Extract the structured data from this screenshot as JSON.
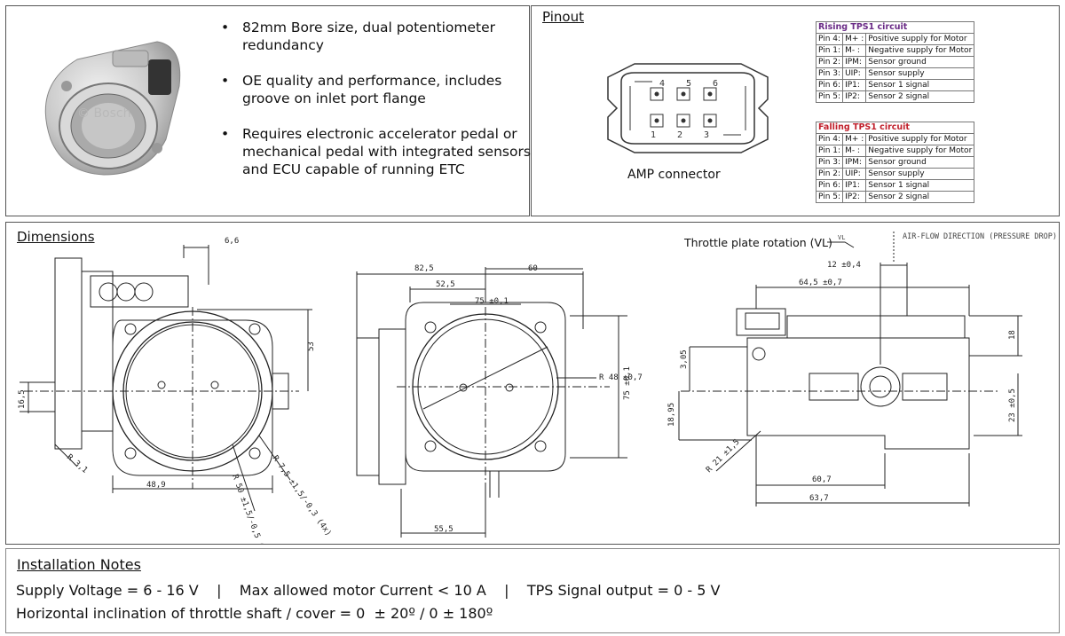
{
  "features": {
    "bullets": [
      "82mm Bore size, dual potentiometer redundancy",
      "OE quality and performance, includes groove on inlet port flange",
      "Requires electronic accelerator pedal or mechanical pedal with integrated sensors and ECU capable of running ETC"
    ],
    "photo_watermark": "© Bosch"
  },
  "pinout": {
    "title": "Pinout",
    "connector_label": "AMP connector",
    "pin_numbers_top": [
      "4",
      "5",
      "6"
    ],
    "pin_numbers_bottom": [
      "1",
      "2",
      "3"
    ],
    "rising": {
      "caption": "Rising TPS1 circuit",
      "rows": [
        [
          "Pin 4:",
          "M+ :",
          "Positive supply for Motor"
        ],
        [
          "Pin 1:",
          "M- :",
          "Negative supply for Motor"
        ],
        [
          "Pin 2:",
          "IPM:",
          "Sensor ground"
        ],
        [
          "Pin 3:",
          "UIP:",
          "Sensor supply"
        ],
        [
          "Pin 6:",
          "IP1:",
          "Sensor 1 signal"
        ],
        [
          "Pin 5:",
          "IP2:",
          "Sensor 2 signal"
        ]
      ]
    },
    "falling": {
      "caption": "Falling TPS1 circuit",
      "rows": [
        [
          "Pin 4:",
          "M+ :",
          "Positive supply for Motor"
        ],
        [
          "Pin 1:",
          "M- :",
          "Negative supply for Motor"
        ],
        [
          "Pin 3:",
          "IPM:",
          "Sensor ground"
        ],
        [
          "Pin 2:",
          "UIP:",
          "Sensor supply"
        ],
        [
          "Pin 6:",
          "IP1:",
          "Sensor 1 signal"
        ],
        [
          "Pin 5:",
          "IP2:",
          "Sensor 2 signal"
        ]
      ]
    }
  },
  "dimensions": {
    "title": "Dimensions",
    "rotation_label": "Throttle plate rotation (VL)",
    "rotation_code": "VL",
    "airflow_label": "AIR-FLOW DIRECTION (PRESSURE DROP)",
    "front": {
      "d66": "6,6",
      "d53": "53",
      "d165": "16,5",
      "r31": "R 3,1",
      "d489": "48,9",
      "r50": "R 50 ±1,5/-0,5 (4x)",
      "r75": "R 7,5 ±1,5/-0,3 (4x)"
    },
    "middle": {
      "d825": "82,5",
      "d60": "60",
      "d525": "52,5",
      "d75a": "75 ±0,1",
      "r48": "R 48 ±0,7",
      "d75b": "75 ±0,1",
      "d555": "55,5"
    },
    "side": {
      "d12": "12 ±0,4",
      "d645": "64,5 ±0,7",
      "d18": "18",
      "d305": "3,05",
      "d1895": "18,95",
      "d23": "23 ±0,5",
      "r21": "R 21 ±1,5",
      "d607": "60,7",
      "d637": "63,7"
    }
  },
  "installation": {
    "title": "Installation Notes",
    "line1": "Supply Voltage = 6 - 16 V    |    Max allowed motor Current < 10 A    |    TPS Signal output = 0 - 5 V",
    "line2": "Horizontal inclination of throttle shaft / cover = 0  ± 20º / 0 ± 180º"
  }
}
